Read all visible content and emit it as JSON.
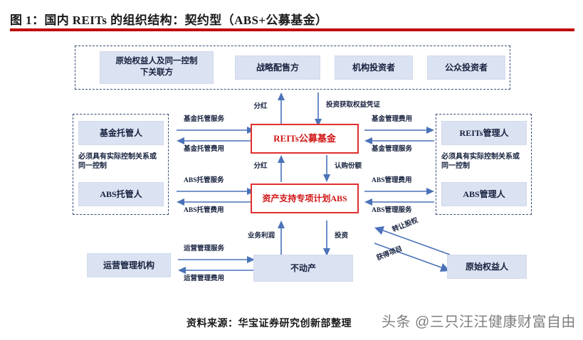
{
  "title": "图 1：国内 REITs 的组织结构：契约型（ABS+公募基金）",
  "colors": {
    "title_rule": "#c00000",
    "node_fill": "#dbe2f1",
    "node_text": "#16213e",
    "red_box_border": "#e03030",
    "red_box_text": "#d01515",
    "arrow": "#4a72b8",
    "dashed_group": "#3a4a7a"
  },
  "nodes": {
    "investors_group": {
      "original_owner": "原始权益人及同一控制\n下关联方",
      "strategic": "战略配售方",
      "institutional": "机构投资者",
      "public": "公众投资者"
    },
    "left_group": {
      "fund_custodian": "基金托管人",
      "note": "必须具有实际控制关系或\n同一控制",
      "abs_custodian": "ABS托管人"
    },
    "right_group": {
      "reits_manager": "REITs管理人",
      "note": "必须具有实际控制关系或\n同一控制",
      "abs_manager": "ABS管理人"
    },
    "center": {
      "reits_fund": "REITs公募基金",
      "abs_plan": "资产支持专项计划ABS",
      "property": "不动产"
    },
    "bottom": {
      "operator": "运营管理机构",
      "original_owner": "原始权益人"
    }
  },
  "edges": {
    "dividend_top": "分红",
    "invest_certificate": "投资获取权益凭证",
    "dividend_mid": "分红",
    "subscribe_share": "认购份额",
    "fund_custody_service": "基金托管服务",
    "fund_custody_fee": "基金托管费用",
    "abs_custody_service": "ABS托管服务",
    "abs_custody_fee": "ABS托管费用",
    "fund_mgmt_fee": "基金管理费用",
    "fund_mgmt_service": "基金管理服务",
    "abs_mgmt_fee": "ABS管理费用",
    "abs_mgmt_service": "ABS管理服务",
    "business_profit": "业务利润",
    "investment": "投资",
    "operation_service": "运营管理服务",
    "operation_fee": "运营管理费用",
    "transfer_equity": "转让股权",
    "acquire_project": "获得项目"
  },
  "footer": {
    "source": "资料来源：华宝证券研究创新部整理",
    "watermark": "头条 @三只汪汪健康财富自由"
  }
}
